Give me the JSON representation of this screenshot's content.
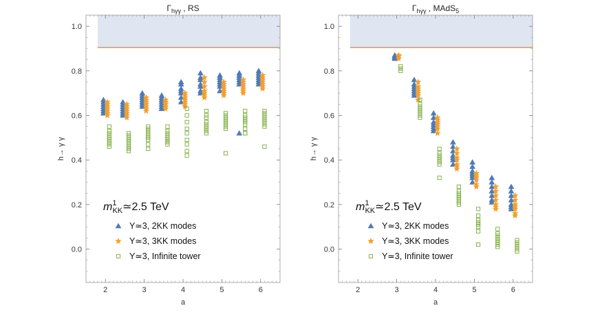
{
  "chart_data": [
    {
      "type": "scatter",
      "title": "Γhγγ , RS",
      "title_main": "Γ",
      "title_sub": "hγγ",
      "title_rest": " , RS",
      "xlabel": "a",
      "ylabel": "h→ γ γ",
      "xlim": [
        1.5,
        6.5
      ],
      "ylim": [
        -0.15,
        1.05
      ],
      "xticks": [
        "2",
        "3",
        "4",
        "5",
        "6"
      ],
      "yticks": [
        "0.0",
        "0.2",
        "0.4",
        "0.6",
        "0.8",
        "1.0"
      ],
      "excluded_band": {
        "from": 0.905,
        "to": 1.05,
        "x_from": 1.8
      },
      "annotation": {
        "m": "m",
        "sup": "1",
        "sub": "KK",
        "rest": "≃2.5 TeV"
      },
      "series": [
        {
          "name": "Y≃3, 2KK modes",
          "marker": "triangle",
          "color": "#4f7ab5",
          "x": [
            1.95,
            1.95,
            1.95,
            1.95,
            1.95,
            1.95,
            1.95,
            2.45,
            2.45,
            2.45,
            2.45,
            2.45,
            2.45,
            2.45,
            2.95,
            2.95,
            2.95,
            2.95,
            2.95,
            2.95,
            2.95,
            3.45,
            3.45,
            3.45,
            3.45,
            3.45,
            3.45,
            3.45,
            3.95,
            3.95,
            3.95,
            3.95,
            3.95,
            3.95,
            3.95,
            4.45,
            4.45,
            4.45,
            4.45,
            4.45,
            4.45,
            4.45,
            4.95,
            4.95,
            4.95,
            4.95,
            4.95,
            4.95,
            4.95,
            5.45,
            5.45,
            5.45,
            5.45,
            5.45,
            5.45,
            5.45,
            5.95,
            5.95,
            5.95,
            5.95,
            5.95,
            5.95,
            5.95
          ],
          "y": [
            0.67,
            0.66,
            0.65,
            0.64,
            0.63,
            0.62,
            0.61,
            0.66,
            0.65,
            0.64,
            0.63,
            0.62,
            0.61,
            0.6,
            0.7,
            0.69,
            0.68,
            0.67,
            0.66,
            0.65,
            0.64,
            0.69,
            0.68,
            0.67,
            0.66,
            0.65,
            0.64,
            0.63,
            0.75,
            0.74,
            0.72,
            0.71,
            0.7,
            0.68,
            0.66,
            0.79,
            0.77,
            0.76,
            0.74,
            0.73,
            0.71,
            0.7,
            0.78,
            0.77,
            0.76,
            0.75,
            0.74,
            0.73,
            0.71,
            0.79,
            0.78,
            0.77,
            0.76,
            0.75,
            0.74,
            0.52,
            0.8,
            0.79,
            0.78,
            0.77,
            0.76,
            0.75,
            0.74
          ]
        },
        {
          "name": "Y≃3, 3KK modes",
          "marker": "star",
          "color": "#f0a030",
          "x": [
            2.05,
            2.05,
            2.05,
            2.05,
            2.05,
            2.05,
            2.05,
            2.55,
            2.55,
            2.55,
            2.55,
            2.55,
            2.55,
            2.55,
            3.05,
            3.05,
            3.05,
            3.05,
            3.05,
            3.05,
            3.05,
            3.55,
            3.55,
            3.55,
            3.55,
            3.55,
            3.55,
            3.55,
            4.05,
            4.05,
            4.05,
            4.05,
            4.05,
            4.05,
            4.05,
            4.55,
            4.55,
            4.55,
            4.55,
            4.55,
            4.55,
            4.55,
            5.05,
            5.05,
            5.05,
            5.05,
            5.05,
            5.05,
            5.05,
            5.55,
            5.55,
            5.55,
            5.55,
            5.55,
            5.55,
            5.55,
            6.05,
            6.05,
            6.05,
            6.05,
            6.05,
            6.05,
            6.05
          ],
          "y": [
            0.65,
            0.64,
            0.63,
            0.62,
            0.61,
            0.6,
            0.66,
            0.65,
            0.64,
            0.63,
            0.62,
            0.61,
            0.59,
            0.6,
            0.68,
            0.67,
            0.66,
            0.65,
            0.64,
            0.63,
            0.62,
            0.67,
            0.66,
            0.65,
            0.64,
            0.63,
            0.66,
            0.65,
            0.7,
            0.69,
            0.68,
            0.67,
            0.66,
            0.65,
            0.64,
            0.77,
            0.75,
            0.73,
            0.71,
            0.7,
            0.69,
            0.68,
            0.75,
            0.74,
            0.73,
            0.72,
            0.71,
            0.7,
            0.69,
            0.76,
            0.75,
            0.74,
            0.73,
            0.72,
            0.71,
            0.7,
            0.78,
            0.77,
            0.76,
            0.75,
            0.74,
            0.73,
            0.72
          ]
        },
        {
          "name": "Y≃3, Infinite tower",
          "marker": "square",
          "color": "#7aab3a",
          "x": [
            2.1,
            2.1,
            2.1,
            2.1,
            2.1,
            2.1,
            2.1,
            2.1,
            2.1,
            2.6,
            2.6,
            2.6,
            2.6,
            2.6,
            2.6,
            2.6,
            2.6,
            2.6,
            3.1,
            3.1,
            3.1,
            3.1,
            3.1,
            3.1,
            3.1,
            3.1,
            3.1,
            3.6,
            3.6,
            3.6,
            3.6,
            3.6,
            3.6,
            3.6,
            3.6,
            3.6,
            4.1,
            4.1,
            4.1,
            4.1,
            4.1,
            4.1,
            4.1,
            4.1,
            4.1,
            4.6,
            4.6,
            4.6,
            4.6,
            4.6,
            4.6,
            4.6,
            4.6,
            4.6,
            5.1,
            5.1,
            5.1,
            5.1,
            5.1,
            5.1,
            5.1,
            5.1,
            5.1,
            5.6,
            5.6,
            5.6,
            5.6,
            5.6,
            5.6,
            5.6,
            5.6,
            5.6,
            6.1,
            6.1,
            6.1,
            6.1,
            6.1,
            6.1,
            6.1,
            6.1,
            6.1
          ],
          "y": [
            0.55,
            0.53,
            0.52,
            0.51,
            0.5,
            0.49,
            0.48,
            0.47,
            0.46,
            0.52,
            0.51,
            0.5,
            0.49,
            0.48,
            0.47,
            0.46,
            0.45,
            0.44,
            0.55,
            0.54,
            0.53,
            0.52,
            0.51,
            0.5,
            0.49,
            0.47,
            0.45,
            0.55,
            0.53,
            0.52,
            0.51,
            0.5,
            0.49,
            0.48,
            0.48,
            0.47,
            0.63,
            0.6,
            0.57,
            0.54,
            0.52,
            0.49,
            0.47,
            0.44,
            0.42,
            0.62,
            0.6,
            0.59,
            0.57,
            0.56,
            0.55,
            0.54,
            0.53,
            0.52,
            0.61,
            0.6,
            0.59,
            0.58,
            0.57,
            0.56,
            0.55,
            0.54,
            0.43,
            0.62,
            0.6,
            0.59,
            0.58,
            0.57,
            0.56,
            0.54,
            0.52,
            0.52,
            0.62,
            0.61,
            0.6,
            0.59,
            0.58,
            0.57,
            0.56,
            0.55,
            0.46
          ]
        }
      ]
    },
    {
      "type": "scatter",
      "title": "Γhγγ , MAdS5",
      "title_main": "Γ",
      "title_sub": "hγγ",
      "title_rest": " , MAdS",
      "title_sub2": "5",
      "xlabel": "a",
      "ylabel": "h→ γ γ",
      "xlim": [
        1.5,
        6.5
      ],
      "ylim": [
        -0.15,
        1.05
      ],
      "xticks": [
        "2",
        "3",
        "4",
        "5",
        "6"
      ],
      "yticks": [
        "0.0",
        "0.2",
        "0.4",
        "0.6",
        "0.8",
        "1.0"
      ],
      "excluded_band": {
        "from": 0.905,
        "to": 1.05,
        "x_from": 1.8
      },
      "annotation": {
        "m": "m",
        "sup": "1",
        "sub": "KK",
        "rest": "≃2.5 TeV"
      },
      "series": [
        {
          "name": "Y≃3, 2KK modes",
          "marker": "triangle",
          "color": "#4f7ab5",
          "x": [
            2.95,
            2.95,
            2.95,
            2.95,
            3.45,
            3.45,
            3.45,
            3.45,
            3.45,
            3.45,
            3.45,
            3.95,
            3.95,
            3.95,
            3.95,
            3.95,
            3.95,
            3.95,
            4.45,
            4.45,
            4.45,
            4.45,
            4.45,
            4.45,
            4.45,
            4.95,
            4.95,
            4.95,
            4.95,
            4.95,
            4.95,
            4.95,
            5.45,
            5.45,
            5.45,
            5.45,
            5.45,
            5.45,
            5.45,
            5.95,
            5.95,
            5.95,
            5.95,
            5.95,
            5.95,
            5.95
          ],
          "y": [
            0.87,
            0.865,
            0.86,
            0.855,
            0.76,
            0.74,
            0.73,
            0.72,
            0.71,
            0.7,
            0.69,
            0.61,
            0.59,
            0.57,
            0.56,
            0.55,
            0.54,
            0.53,
            0.48,
            0.46,
            0.44,
            0.42,
            0.41,
            0.4,
            0.38,
            0.39,
            0.37,
            0.35,
            0.34,
            0.33,
            0.32,
            0.3,
            0.32,
            0.3,
            0.28,
            0.26,
            0.24,
            0.22,
            0.21,
            0.28,
            0.26,
            0.24,
            0.22,
            0.2,
            0.19,
            0.18
          ]
        },
        {
          "name": "Y≃3, 3KK modes",
          "marker": "star",
          "color": "#f0a030",
          "x": [
            3.05,
            3.05,
            3.05,
            3.55,
            3.55,
            3.55,
            3.55,
            3.55,
            3.55,
            3.55,
            4.05,
            4.05,
            4.05,
            4.05,
            4.05,
            4.05,
            4.05,
            4.55,
            4.55,
            4.55,
            4.55,
            4.55,
            4.55,
            4.55,
            5.05,
            5.05,
            5.05,
            5.05,
            5.05,
            5.05,
            5.55,
            5.55,
            5.55,
            5.55,
            5.55,
            5.55,
            5.55,
            6.05,
            6.05,
            6.05,
            6.05,
            6.05,
            6.05,
            6.05
          ],
          "y": [
            0.87,
            0.865,
            0.855,
            0.75,
            0.73,
            0.72,
            0.71,
            0.7,
            0.69,
            0.67,
            0.59,
            0.58,
            0.57,
            0.56,
            0.55,
            0.54,
            0.52,
            0.45,
            0.43,
            0.41,
            0.4,
            0.38,
            0.37,
            0.36,
            0.34,
            0.33,
            0.32,
            0.31,
            0.29,
            0.28,
            0.28,
            0.26,
            0.24,
            0.22,
            0.2,
            0.19,
            0.18,
            0.24,
            0.22,
            0.2,
            0.19,
            0.18,
            0.16,
            0.15
          ]
        },
        {
          "name": "Y≃3, Infinite tower",
          "marker": "square",
          "color": "#7aab3a",
          "x": [
            3.1,
            3.1,
            3.1,
            3.6,
            3.6,
            3.6,
            3.6,
            3.6,
            3.6,
            3.6,
            3.6,
            4.1,
            4.1,
            4.1,
            4.1,
            4.1,
            4.1,
            4.1,
            4.1,
            4.6,
            4.6,
            4.6,
            4.6,
            4.6,
            4.6,
            4.6,
            4.6,
            5.1,
            5.1,
            5.1,
            5.1,
            5.1,
            5.1,
            5.1,
            5.1,
            5.6,
            5.6,
            5.6,
            5.6,
            5.6,
            5.6,
            5.6,
            5.6,
            6.1,
            6.1,
            6.1,
            6.1,
            6.1,
            6.1
          ],
          "y": [
            0.82,
            0.81,
            0.8,
            0.67,
            0.65,
            0.64,
            0.63,
            0.62,
            0.61,
            0.6,
            0.59,
            0.45,
            0.43,
            0.42,
            0.41,
            0.4,
            0.39,
            0.38,
            0.32,
            0.28,
            0.26,
            0.25,
            0.24,
            0.23,
            0.22,
            0.21,
            0.2,
            0.18,
            0.15,
            0.13,
            0.12,
            0.11,
            0.1,
            0.08,
            0.02,
            0.09,
            0.07,
            0.06,
            0.05,
            0.04,
            0.03,
            0.02,
            0.01,
            0.04,
            0.03,
            0.02,
            0.01,
            0.0,
            -0.01
          ]
        }
      ]
    }
  ]
}
